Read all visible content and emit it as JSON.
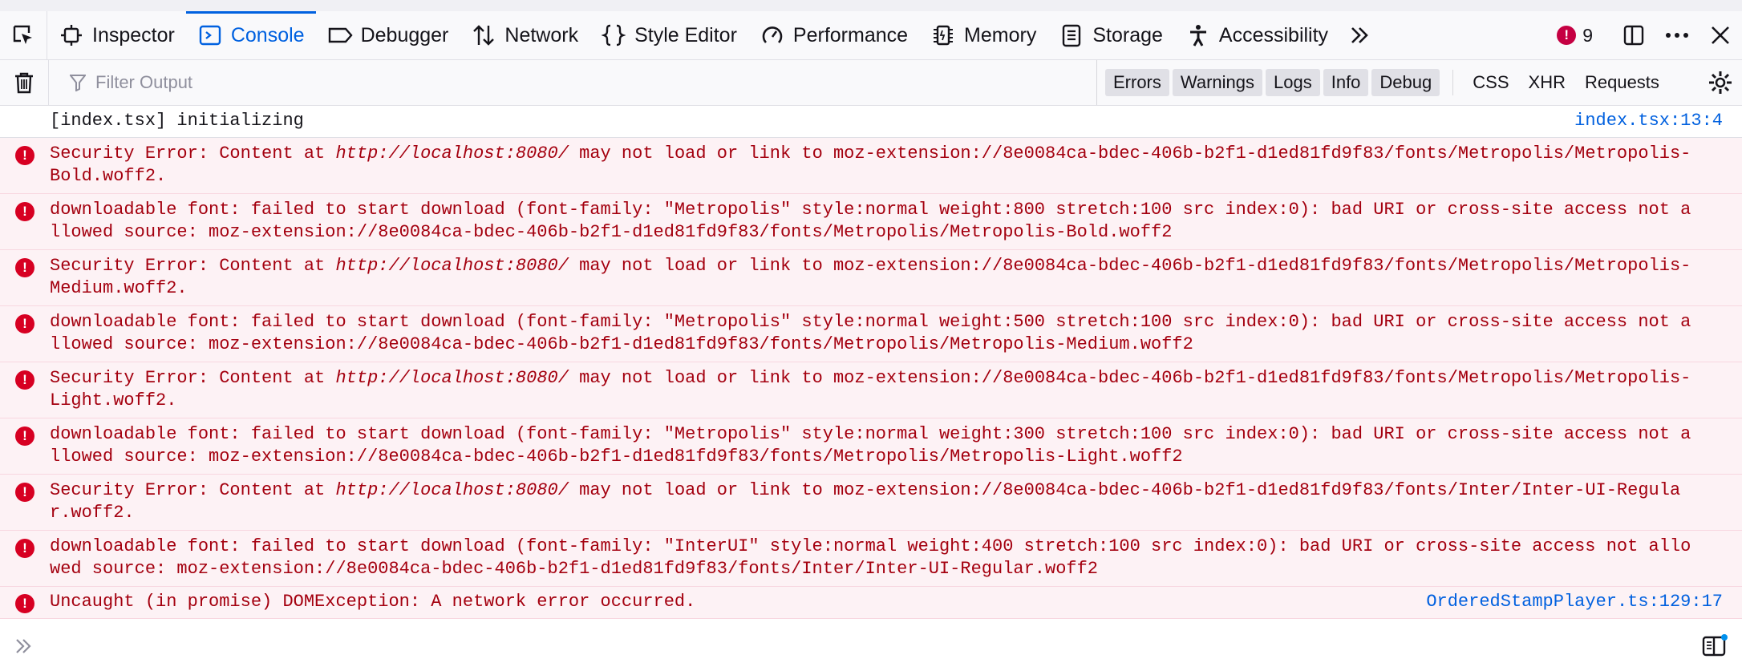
{
  "tabs": [
    {
      "label": "Inspector",
      "icon": "inspector-icon"
    },
    {
      "label": "Console",
      "icon": "console-icon",
      "active": true
    },
    {
      "label": "Debugger",
      "icon": "debugger-icon"
    },
    {
      "label": "Network",
      "icon": "network-icon"
    },
    {
      "label": "Style Editor",
      "icon": "style-editor-icon"
    },
    {
      "label": "Performance",
      "icon": "performance-icon"
    },
    {
      "label": "Memory",
      "icon": "memory-icon"
    },
    {
      "label": "Storage",
      "icon": "storage-icon"
    },
    {
      "label": "Accessibility",
      "icon": "accessibility-icon"
    }
  ],
  "toolbar": {
    "error_count": "9",
    "error_badge": "!"
  },
  "filter": {
    "placeholder": "Filter Output",
    "levels": [
      "Errors",
      "Warnings",
      "Logs",
      "Info",
      "Debug"
    ],
    "categories": [
      "CSS",
      "XHR",
      "Requests"
    ]
  },
  "messages": [
    {
      "type": "log",
      "text": "[index.tsx] initializing",
      "source": "index.tsx:13:4"
    },
    {
      "type": "error",
      "pre": "Security Error: Content at ",
      "url": "http://localhost:8080/",
      "post": " may not load or link to moz-extension://8e0084ca-bdec-406b-b2f1-d1ed81fd9f83/fonts/Metropolis/Metropolis-Bold.woff2."
    },
    {
      "type": "error",
      "text": "downloadable font: failed to start download (font-family: \"Metropolis\" style:normal weight:800 stretch:100 src index:0): bad URI or cross-site access not allowed source: moz-extension://8e0084ca-bdec-406b-b2f1-d1ed81fd9f83/fonts/Metropolis/Metropolis-Bold.woff2"
    },
    {
      "type": "error",
      "pre": "Security Error: Content at ",
      "url": "http://localhost:8080/",
      "post": " may not load or link to moz-extension://8e0084ca-bdec-406b-b2f1-d1ed81fd9f83/fonts/Metropolis/Metropolis-Medium.woff2."
    },
    {
      "type": "error",
      "text": "downloadable font: failed to start download (font-family: \"Metropolis\" style:normal weight:500 stretch:100 src index:0): bad URI or cross-site access not allowed source: moz-extension://8e0084ca-bdec-406b-b2f1-d1ed81fd9f83/fonts/Metropolis/Metropolis-Medium.woff2"
    },
    {
      "type": "error",
      "pre": "Security Error: Content at ",
      "url": "http://localhost:8080/",
      "post": " may not load or link to moz-extension://8e0084ca-bdec-406b-b2f1-d1ed81fd9f83/fonts/Metropolis/Metropolis-Light.woff2."
    },
    {
      "type": "error",
      "text": "downloadable font: failed to start download (font-family: \"Metropolis\" style:normal weight:300 stretch:100 src index:0): bad URI or cross-site access not allowed source: moz-extension://8e0084ca-bdec-406b-b2f1-d1ed81fd9f83/fonts/Metropolis/Metropolis-Light.woff2"
    },
    {
      "type": "error",
      "pre": "Security Error: Content at ",
      "url": "http://localhost:8080/",
      "post": " may not load or link to moz-extension://8e0084ca-bdec-406b-b2f1-d1ed81fd9f83/fonts/Inter/Inter-UI-Regular.woff2."
    },
    {
      "type": "error",
      "text": "downloadable font: failed to start download (font-family: \"InterUI\" style:normal weight:400 stretch:100 src index:0): bad URI or cross-site access not allowed source: moz-extension://8e0084ca-bdec-406b-b2f1-d1ed81fd9f83/fonts/Inter/Inter-UI-Regular.woff2"
    },
    {
      "type": "error",
      "text": "Uncaught (in promise) DOMException: A network error occurred.",
      "source": "OrderedStampPlayer.ts:129:17"
    }
  ],
  "colors": {
    "accent": "#0061e0",
    "error_text": "#a4000f",
    "error_bg": "#fdf2f5",
    "error_icon": "#d70022"
  }
}
